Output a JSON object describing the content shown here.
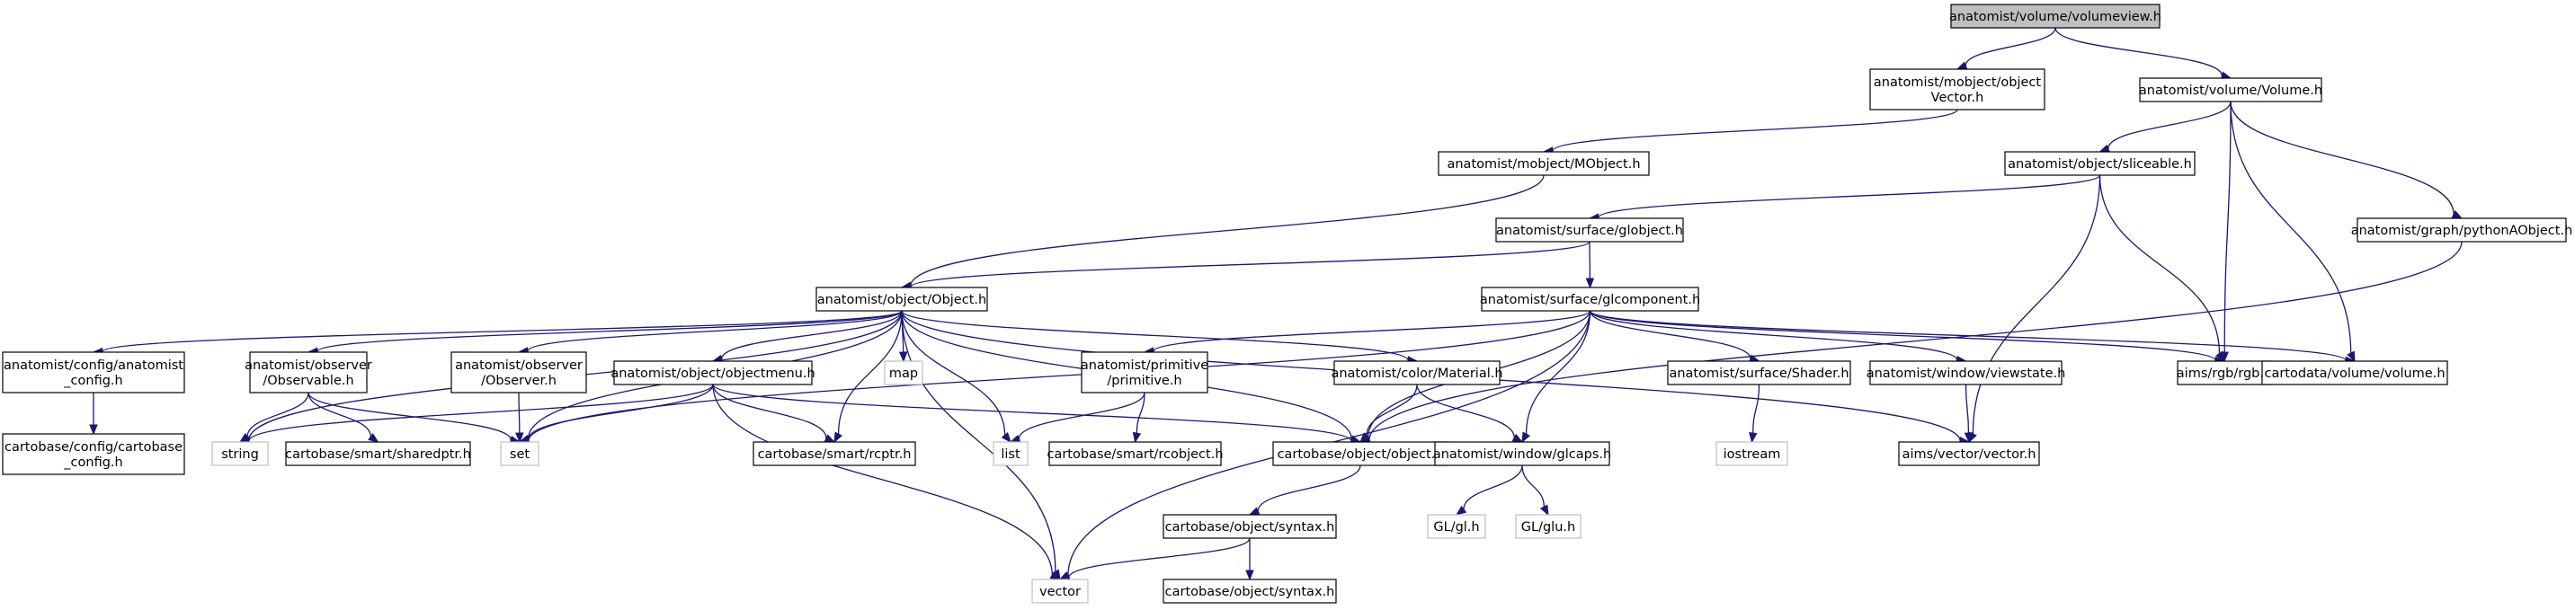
{
  "nodes": [
    {
      "id": "volumeview",
      "lines": [
        "anatomist/volume/volumeview.h"
      ],
      "style": "root"
    },
    {
      "id": "mobject_vector",
      "lines": [
        "anatomist/mobject/object",
        "Vector.h"
      ],
      "style": "normal"
    },
    {
      "id": "volume_h",
      "lines": [
        "anatomist/volume/Volume.h"
      ],
      "style": "normal"
    },
    {
      "id": "mobject_h",
      "lines": [
        "anatomist/mobject/MObject.h"
      ],
      "style": "normal"
    },
    {
      "id": "sliceable",
      "lines": [
        "anatomist/object/sliceable.h"
      ],
      "style": "normal"
    },
    {
      "id": "globject",
      "lines": [
        "anatomist/surface/globject.h"
      ],
      "style": "normal"
    },
    {
      "id": "pythonaobject",
      "lines": [
        "anatomist/graph/pythonAObject.h"
      ],
      "style": "normal"
    },
    {
      "id": "object_h",
      "lines": [
        "anatomist/object/Object.h"
      ],
      "style": "normal"
    },
    {
      "id": "glcomponent",
      "lines": [
        "anatomist/surface/glcomponent.h"
      ],
      "style": "normal"
    },
    {
      "id": "anatomist_config",
      "lines": [
        "anatomist/config/anatomist",
        "_config.h"
      ],
      "style": "normal"
    },
    {
      "id": "observable",
      "lines": [
        "anatomist/observer",
        "/Observable.h"
      ],
      "style": "normal"
    },
    {
      "id": "observer",
      "lines": [
        "anatomist/observer",
        "/Observer.h"
      ],
      "style": "normal"
    },
    {
      "id": "objectmenu",
      "lines": [
        "anatomist/object/objectmenu.h"
      ],
      "style": "normal"
    },
    {
      "id": "map",
      "lines": [
        "map"
      ],
      "style": "ext"
    },
    {
      "id": "primitive",
      "lines": [
        "anatomist/primitive",
        "/primitive.h"
      ],
      "style": "normal"
    },
    {
      "id": "material",
      "lines": [
        "anatomist/color/Material.h"
      ],
      "style": "normal"
    },
    {
      "id": "shader",
      "lines": [
        "anatomist/surface/Shader.h"
      ],
      "style": "normal"
    },
    {
      "id": "viewstate",
      "lines": [
        "anatomist/window/viewstate.h"
      ],
      "style": "normal"
    },
    {
      "id": "rgb",
      "lines": [
        "aims/rgb/rgb.h"
      ],
      "style": "normal"
    },
    {
      "id": "cartodata_volume",
      "lines": [
        "cartodata/volume/volume.h"
      ],
      "style": "normal"
    },
    {
      "id": "cartobase_config",
      "lines": [
        "cartobase/config/cartobase",
        "_config.h"
      ],
      "style": "normal"
    },
    {
      "id": "string",
      "lines": [
        "string"
      ],
      "style": "ext"
    },
    {
      "id": "sharedptr",
      "lines": [
        "cartobase/smart/sharedptr.h"
      ],
      "style": "normal"
    },
    {
      "id": "set",
      "lines": [
        "set"
      ],
      "style": "ext"
    },
    {
      "id": "rcptr",
      "lines": [
        "cartobase/smart/rcptr.h"
      ],
      "style": "normal"
    },
    {
      "id": "list",
      "lines": [
        "list"
      ],
      "style": "ext"
    },
    {
      "id": "rcobject",
      "lines": [
        "cartobase/smart/rcobject.h"
      ],
      "style": "normal"
    },
    {
      "id": "cb_object",
      "lines": [
        "cartobase/object/object.h"
      ],
      "style": "normal"
    },
    {
      "id": "glcaps",
      "lines": [
        "anatomist/window/glcaps.h"
      ],
      "style": "normal"
    },
    {
      "id": "iostream",
      "lines": [
        "iostream"
      ],
      "style": "ext"
    },
    {
      "id": "aims_vector",
      "lines": [
        "aims/vector/vector.h"
      ],
      "style": "normal"
    },
    {
      "id": "syntax",
      "lines": [
        "cartobase/object/syntax.h"
      ],
      "style": "normal"
    },
    {
      "id": "gl_h",
      "lines": [
        "GL/gl.h"
      ],
      "style": "ext"
    },
    {
      "id": "glu_h",
      "lines": [
        "GL/glu.h"
      ],
      "style": "ext"
    },
    {
      "id": "vector",
      "lines": [
        "vector"
      ],
      "style": "ext"
    },
    {
      "id": "syntax2",
      "lines": [
        "cartobase/object/syntax.h"
      ],
      "style": "normal"
    }
  ],
  "edges": [
    [
      "volumeview",
      "mobject_vector"
    ],
    [
      "volumeview",
      "volume_h"
    ],
    [
      "mobject_vector",
      "mobject_h"
    ],
    [
      "mobject_h",
      "object_h"
    ],
    [
      "volume_h",
      "sliceable"
    ],
    [
      "volume_h",
      "pythonaobject"
    ],
    [
      "volume_h",
      "rgb"
    ],
    [
      "volume_h",
      "cartodata_volume"
    ],
    [
      "sliceable",
      "globject"
    ],
    [
      "sliceable",
      "rgb"
    ],
    [
      "sliceable",
      "aims_vector"
    ],
    [
      "globject",
      "object_h"
    ],
    [
      "globject",
      "glcomponent"
    ],
    [
      "pythonaobject",
      "cb_object"
    ],
    [
      "object_h",
      "anatomist_config"
    ],
    [
      "object_h",
      "observable"
    ],
    [
      "object_h",
      "observer"
    ],
    [
      "object_h",
      "objectmenu"
    ],
    [
      "object_h",
      "map"
    ],
    [
      "object_h",
      "material"
    ],
    [
      "object_h",
      "string"
    ],
    [
      "object_h",
      "set"
    ],
    [
      "object_h",
      "rcptr"
    ],
    [
      "object_h",
      "list"
    ],
    [
      "object_h",
      "cb_object"
    ],
    [
      "object_h",
      "vector"
    ],
    [
      "object_h",
      "aims_vector"
    ],
    [
      "glcomponent",
      "primitive"
    ],
    [
      "glcomponent",
      "shader"
    ],
    [
      "glcomponent",
      "viewstate"
    ],
    [
      "glcomponent",
      "rgb"
    ],
    [
      "glcomponent",
      "cartodata_volume"
    ],
    [
      "glcomponent",
      "set"
    ],
    [
      "glcomponent",
      "cb_object"
    ],
    [
      "glcomponent",
      "glcaps"
    ],
    [
      "glcomponent",
      "vector"
    ],
    [
      "anatomist_config",
      "cartobase_config"
    ],
    [
      "observable",
      "string"
    ],
    [
      "observable",
      "sharedptr"
    ],
    [
      "observable",
      "set"
    ],
    [
      "observer",
      "set"
    ],
    [
      "objectmenu",
      "string"
    ],
    [
      "objectmenu",
      "set"
    ],
    [
      "objectmenu",
      "rcptr"
    ],
    [
      "objectmenu",
      "cb_object"
    ],
    [
      "objectmenu",
      "vector"
    ],
    [
      "primitive",
      "list"
    ],
    [
      "primitive",
      "rcobject"
    ],
    [
      "material",
      "cb_object"
    ],
    [
      "material",
      "glcaps"
    ],
    [
      "shader",
      "iostream"
    ],
    [
      "viewstate",
      "aims_vector"
    ],
    [
      "cb_object",
      "syntax"
    ],
    [
      "glcaps",
      "gl_h"
    ],
    [
      "glcaps",
      "glu_h"
    ],
    [
      "syntax",
      "vector"
    ],
    [
      "syntax",
      "syntax2"
    ]
  ]
}
